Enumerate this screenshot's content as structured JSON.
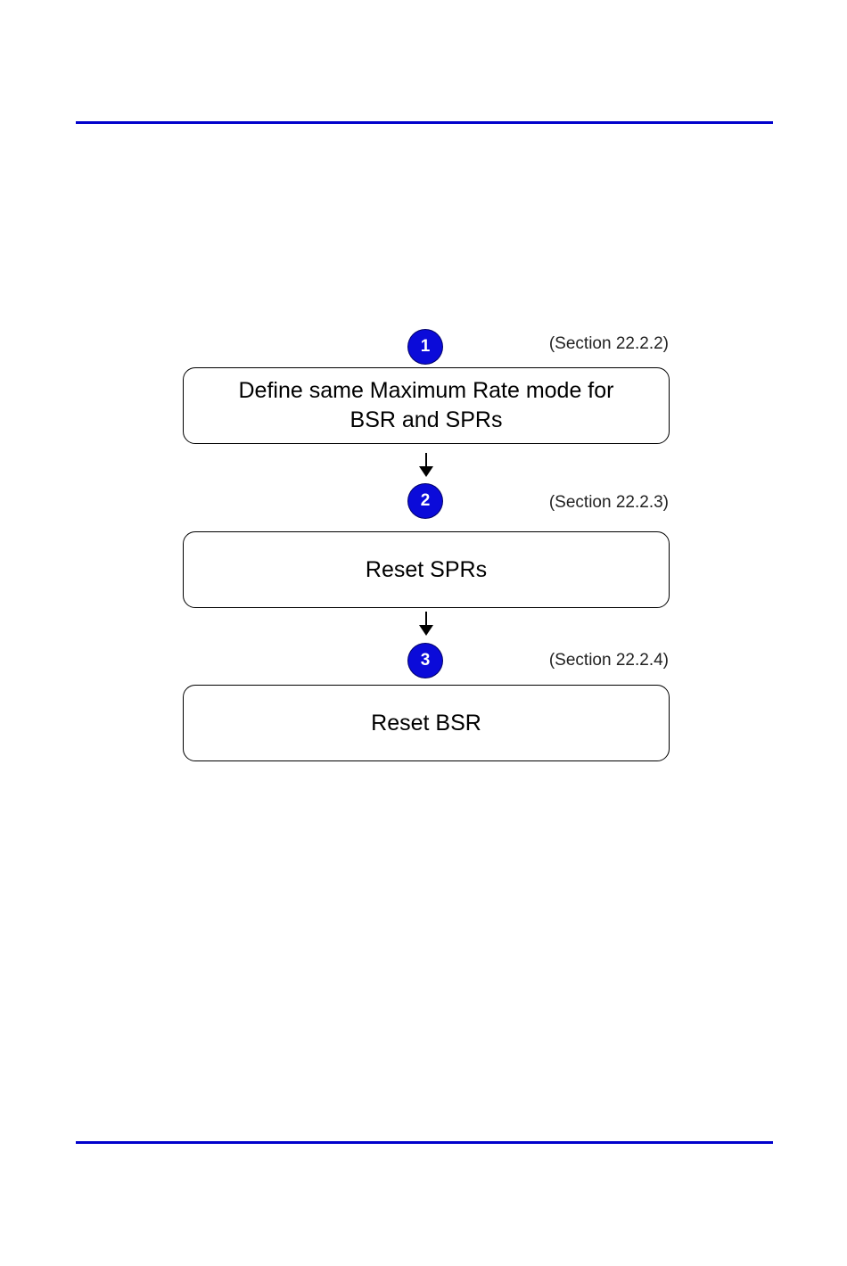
{
  "colors": {
    "rule": "#0000cc",
    "badge_fill": "#0b0bd9",
    "text": "#000000"
  },
  "steps": [
    {
      "number": "1",
      "section": "(Section 22.2.2)",
      "label": "Define same Maximum Rate mode for BSR and SPRs"
    },
    {
      "number": "2",
      "section": "(Section 22.2.3)",
      "label": "Reset SPRs"
    },
    {
      "number": "3",
      "section": "(Section 22.2.4)",
      "label": "Reset BSR"
    }
  ]
}
